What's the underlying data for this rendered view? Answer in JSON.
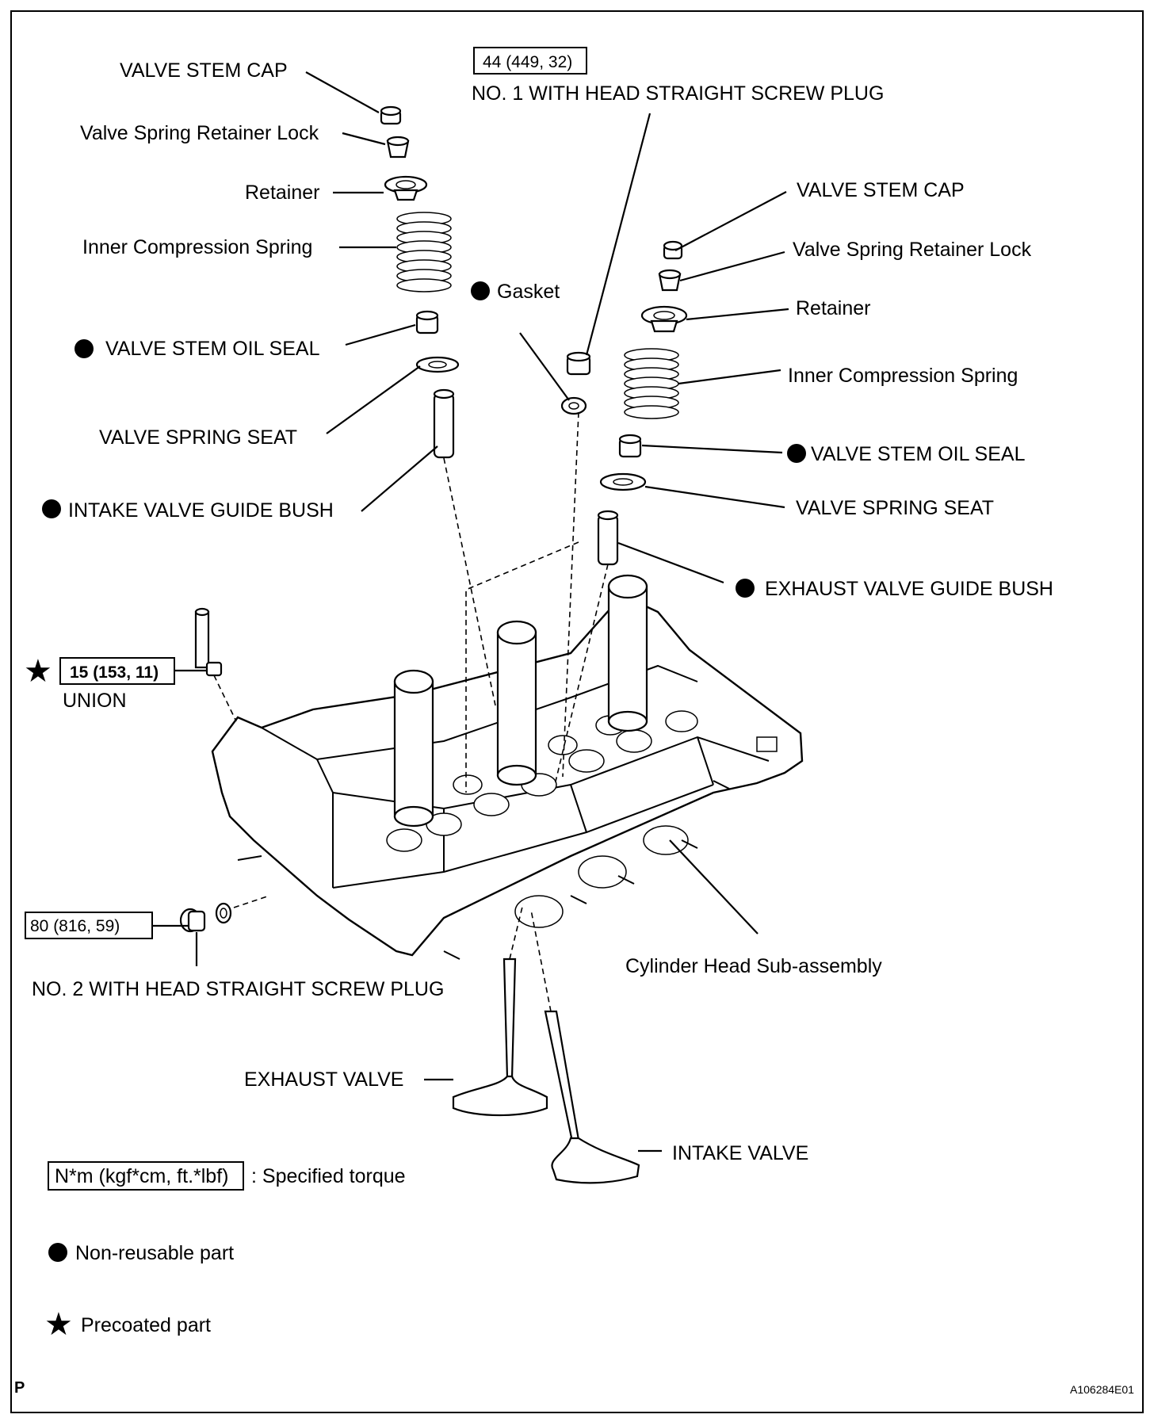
{
  "labels": {
    "left_valve_stem_cap": "VALVE STEM CAP",
    "left_retainer_lock": "Valve Spring Retainer Lock",
    "left_retainer": "Retainer",
    "left_inner_spring": "Inner Compression Spring",
    "left_oil_seal": "VALVE STEM OIL SEAL",
    "left_spring_seat": "VALVE SPRING SEAT",
    "intake_guide_bush": "INTAKE VALVE GUIDE BUSH",
    "torque_screw_plug_1": "44 (449, 32)",
    "screw_plug_1": "NO. 1 WITH HEAD STRAIGHT SCREW PLUG",
    "gasket": "Gasket",
    "right_valve_stem_cap": "VALVE STEM CAP",
    "right_retainer_lock": "Valve Spring Retainer Lock",
    "right_retainer": "Retainer",
    "right_inner_spring": "Inner Compression Spring",
    "right_oil_seal": "VALVE STEM OIL SEAL",
    "right_spring_seat": "VALVE SPRING SEAT",
    "exhaust_guide_bush": "EXHAUST VALVE GUIDE BUSH",
    "torque_union": "15 (153, 11)",
    "union": "UNION",
    "torque_screw_plug_2": "80 (816, 59)",
    "screw_plug_2": "NO. 2 WITH HEAD STRAIGHT SCREW PLUG",
    "cylinder_head": "Cylinder Head Sub-assembly",
    "exhaust_valve": "EXHAUST VALVE",
    "intake_valve": "INTAKE VALVE"
  },
  "legend": {
    "torque_unit_box": "N*m (kgf*cm, ft.*lbf)",
    "torque_desc": ": Specified torque",
    "non_reusable": "Non-reusable part",
    "precoated": "Precoated part"
  },
  "footer": {
    "corner_letter": "P",
    "figure_code": "A106284E01"
  }
}
